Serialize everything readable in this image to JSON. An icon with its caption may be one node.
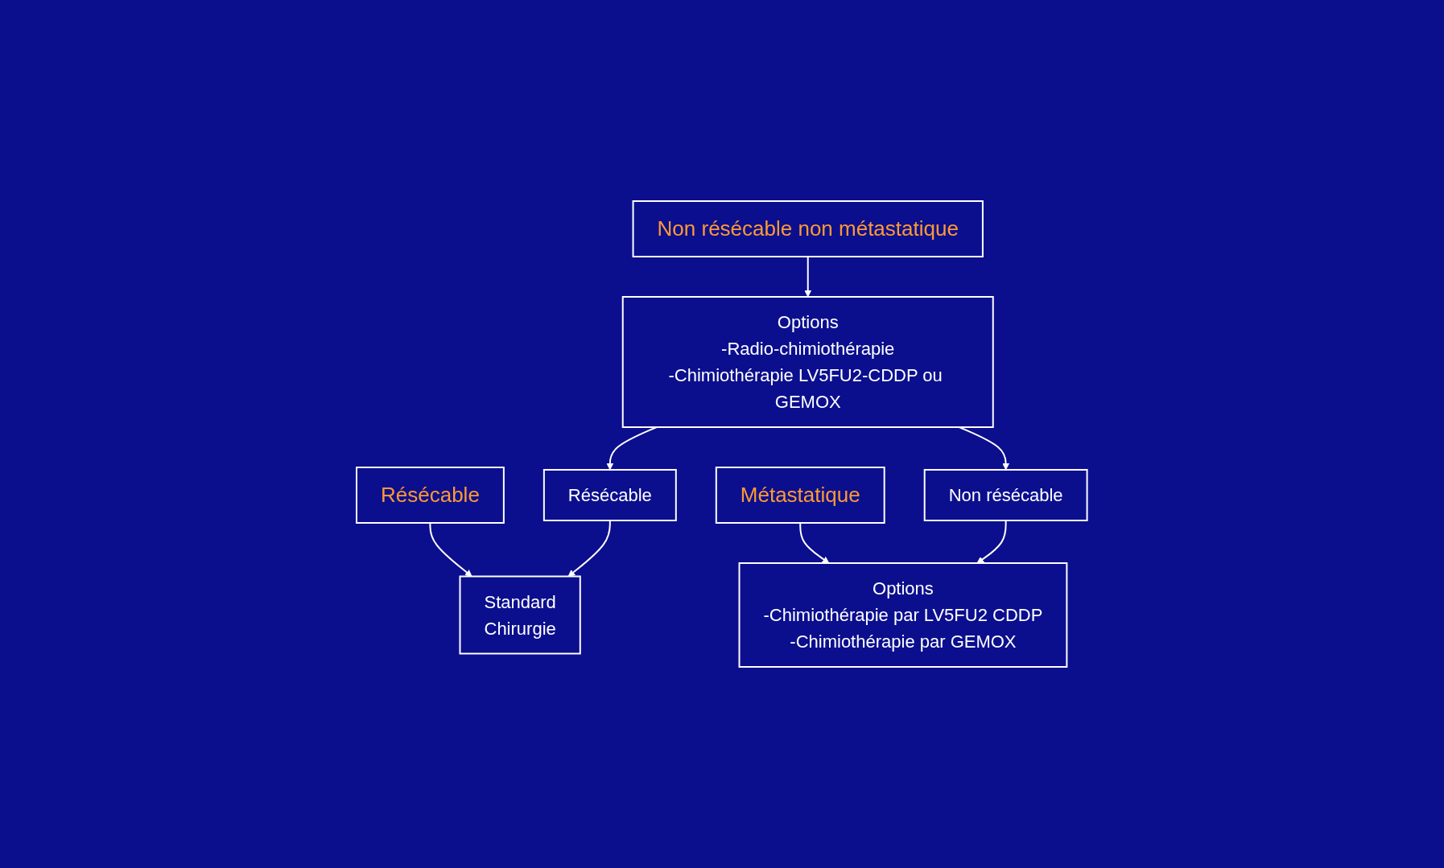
{
  "diagram": {
    "nodes": [
      {
        "text": [
          "Résécable"
        ]
      },
      {
        "text": [
          "Non résécable non métastatique"
        ]
      },
      {
        "text": [
          "Métastatique"
        ]
      },
      {
        "text": [
          "Standard",
          "Chirurgie"
        ]
      },
      {
        "text": [
          "Options",
          "-Radio-chimiothérapie",
          "-Chimiothérapie LV5FU2-CDDP ou GEMOX"
        ]
      },
      {
        "text": [
          "Options",
          "-Chimiothérapie par LV5FU2 CDDP",
          "-Chimiothérapie par GEMOX"
        ]
      },
      {
        "text": [
          "Résécable"
        ]
      },
      {
        "text": [
          "Non résécable"
        ]
      }
    ],
    "edges": [
      {
        "from": 0,
        "to": 3,
        "arrow": "to"
      },
      {
        "from": 1,
        "to": 4,
        "arrow": "to"
      },
      {
        "from": 2,
        "to": 5,
        "arrow": "to"
      },
      {
        "from": 4,
        "to": 6,
        "arrow": "to"
      },
      {
        "from": 4,
        "to": 7,
        "arrow": "to"
      },
      {
        "from": 6,
        "to": 3,
        "arrow": "to"
      },
      {
        "from": 7,
        "to": 5,
        "arrow": "to"
      }
    ]
  }
}
